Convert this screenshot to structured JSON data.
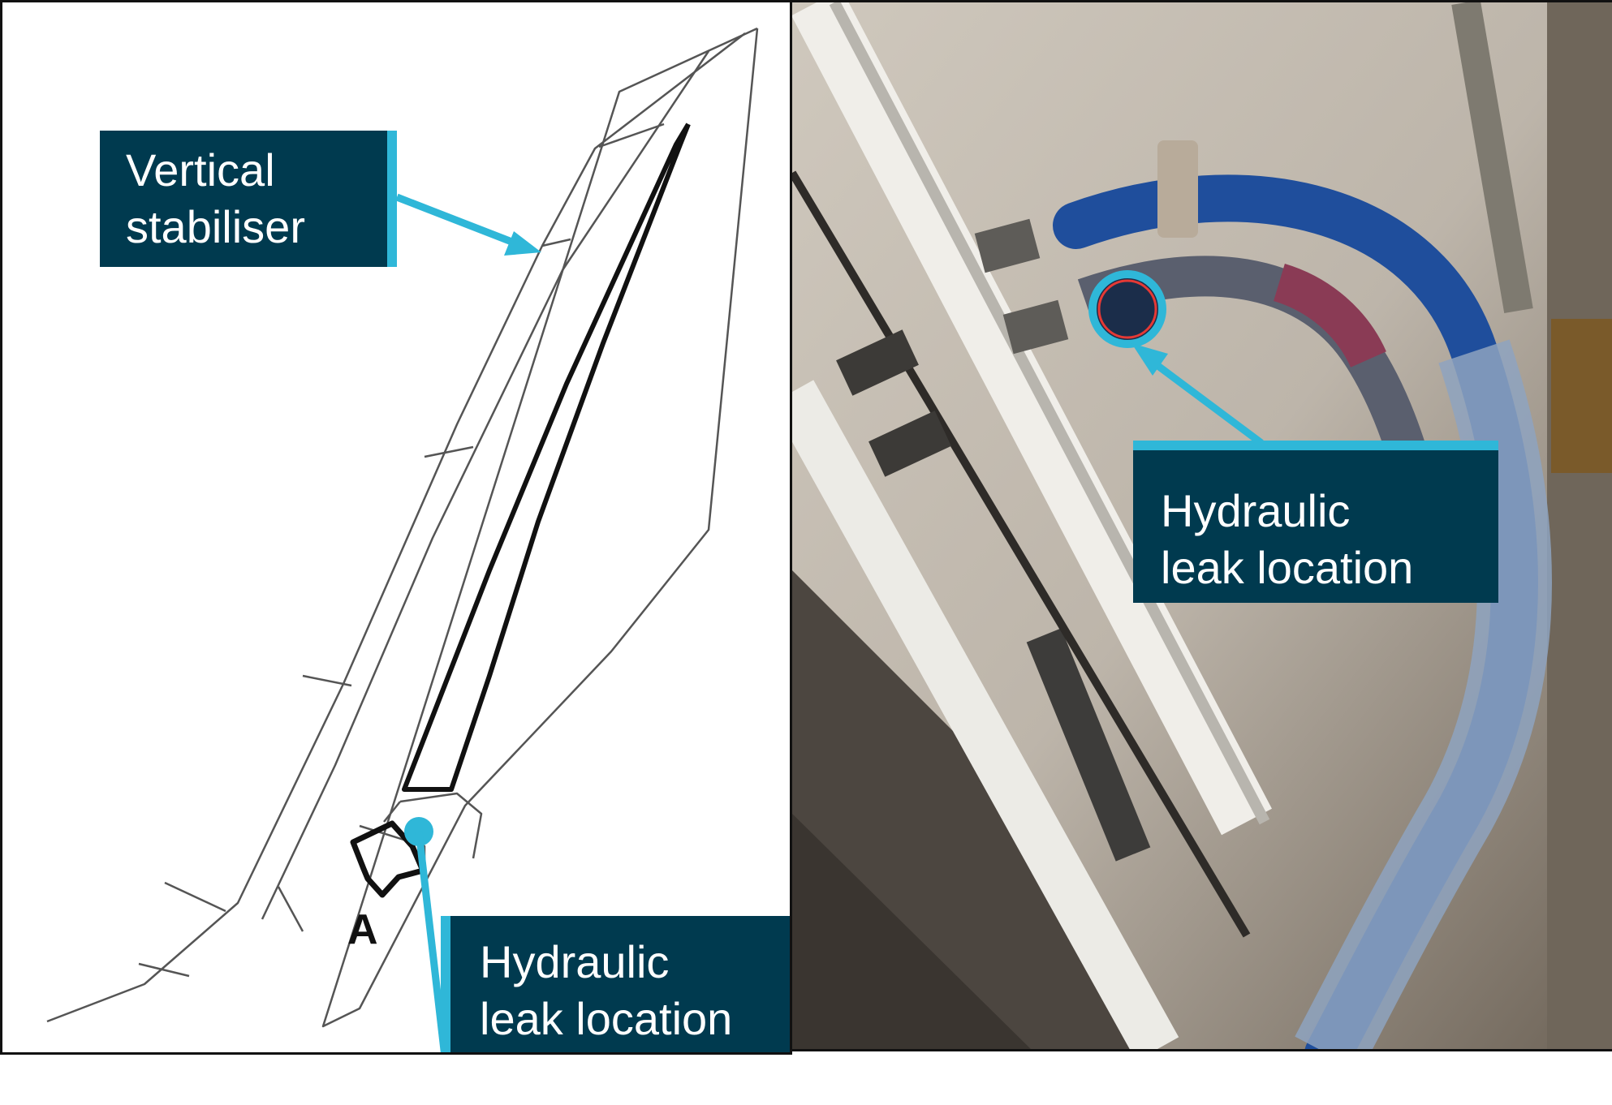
{
  "labels": {
    "vertical_stabiliser": [
      "Vertical",
      "stabiliser"
    ],
    "left_leak": [
      "Hydraulic",
      "leak location"
    ],
    "right_leak": [
      "Hydraulic",
      "leak location"
    ],
    "view_marker": "A"
  },
  "colors": {
    "label_bg": "#003a4f",
    "label_text": "#ffffff",
    "accent": "#2fb7d8",
    "leak_ring_inner": "#e53935"
  }
}
